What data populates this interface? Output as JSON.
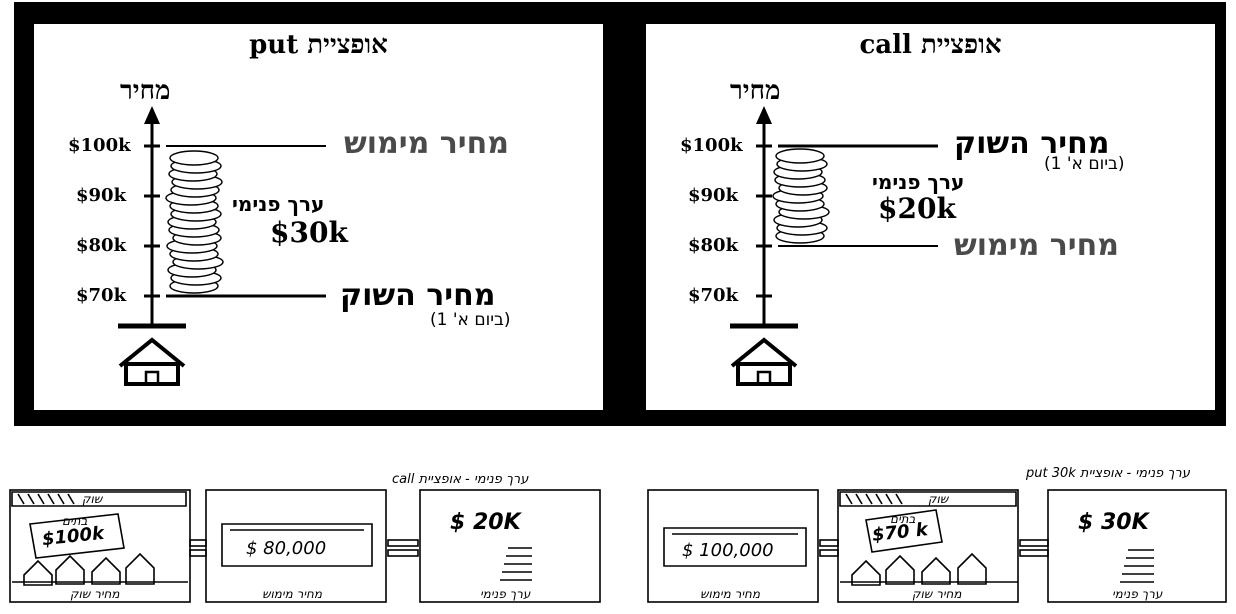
{
  "put_panel": {
    "title": "אופציית put",
    "y_label": "מחיר",
    "ticks": [
      "$100k",
      "$90k",
      "$80k",
      "$70k"
    ],
    "strike_label": "מחיר מימוש",
    "market_label": "מחיר השוק",
    "market_sub": "(ביום א' 1)",
    "intrinsic_label": "ערך פנימי",
    "intrinsic_value": "$30k"
  },
  "call_panel": {
    "title": "אופציית call",
    "y_label": "מחיר",
    "ticks": [
      "$100k",
      "$90k",
      "$80k",
      "$70k"
    ],
    "market_label": "מחיר השוק",
    "market_sub": "(ביום א' 1)",
    "intrinsic_label": "ערך פנימי",
    "intrinsic_value": "$20k",
    "strike_label": "מחיר מימוש"
  },
  "call_sketch": {
    "title": "ערך פנימי - אופציית call",
    "market_sign": "שוק",
    "price_tag_top": "בתים",
    "price_tag_value": "$100k",
    "market_caption": "מחיר שוק",
    "strike_amount": "$ 80,000",
    "strike_caption": "מחיר מימוש",
    "intrinsic_amount": "$ 20K",
    "intrinsic_caption": "ערך פנימי"
  },
  "put_sketch": {
    "title": "ערך פנימי - אופציית put 30k",
    "strike_amount": "$ 100,000",
    "strike_caption": "מחיר מימוש",
    "market_sign": "שוק",
    "price_tag_top": "בתים",
    "price_tag_value": "$70 k",
    "market_caption": "מחיר שוק",
    "intrinsic_amount": "$ 30K",
    "intrinsic_caption": "ערך פנימי"
  }
}
